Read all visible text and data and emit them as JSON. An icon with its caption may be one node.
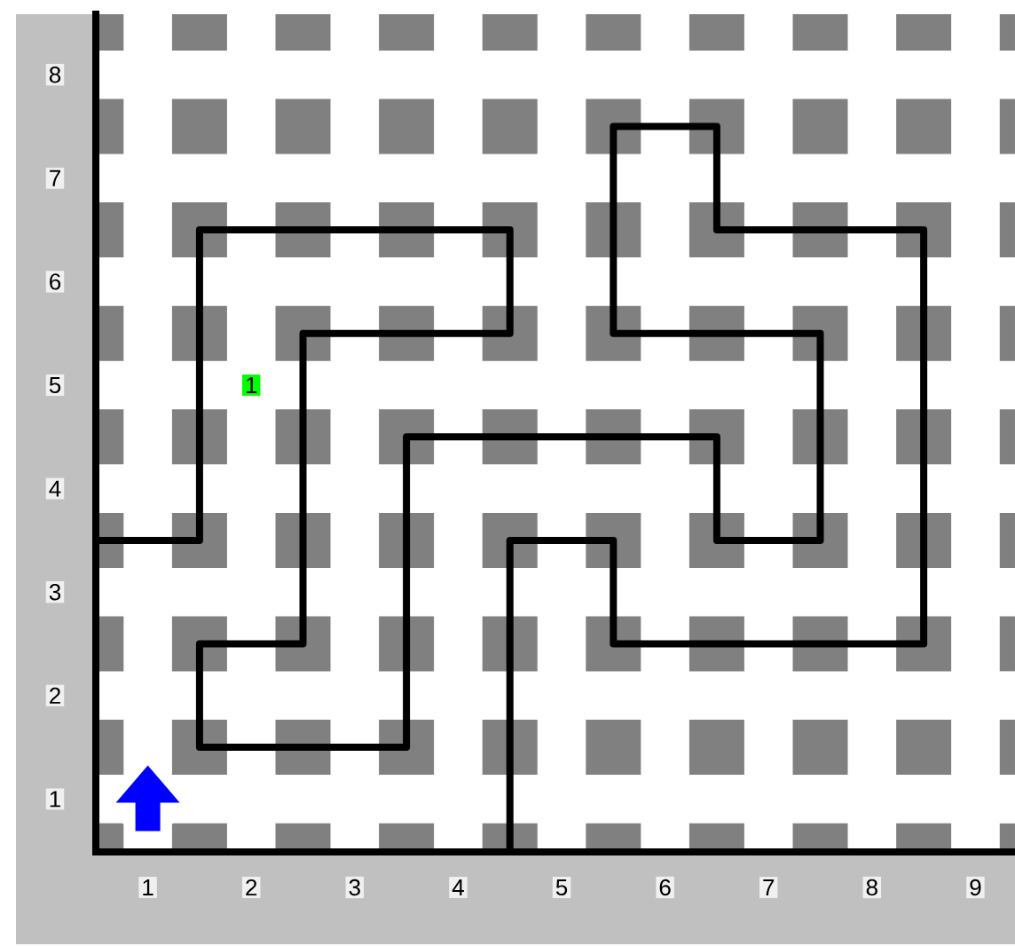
{
  "diagram": {
    "nodes": [
      {
        "text": [
          "1"
        ]
      }
    ],
    "labels": [
      "8",
      "7",
      "6",
      "5",
      "4",
      "3",
      "2",
      "1",
      "1",
      "2",
      "3",
      "4",
      "5",
      "6",
      "7",
      "8",
      "9"
    ]
  }
}
